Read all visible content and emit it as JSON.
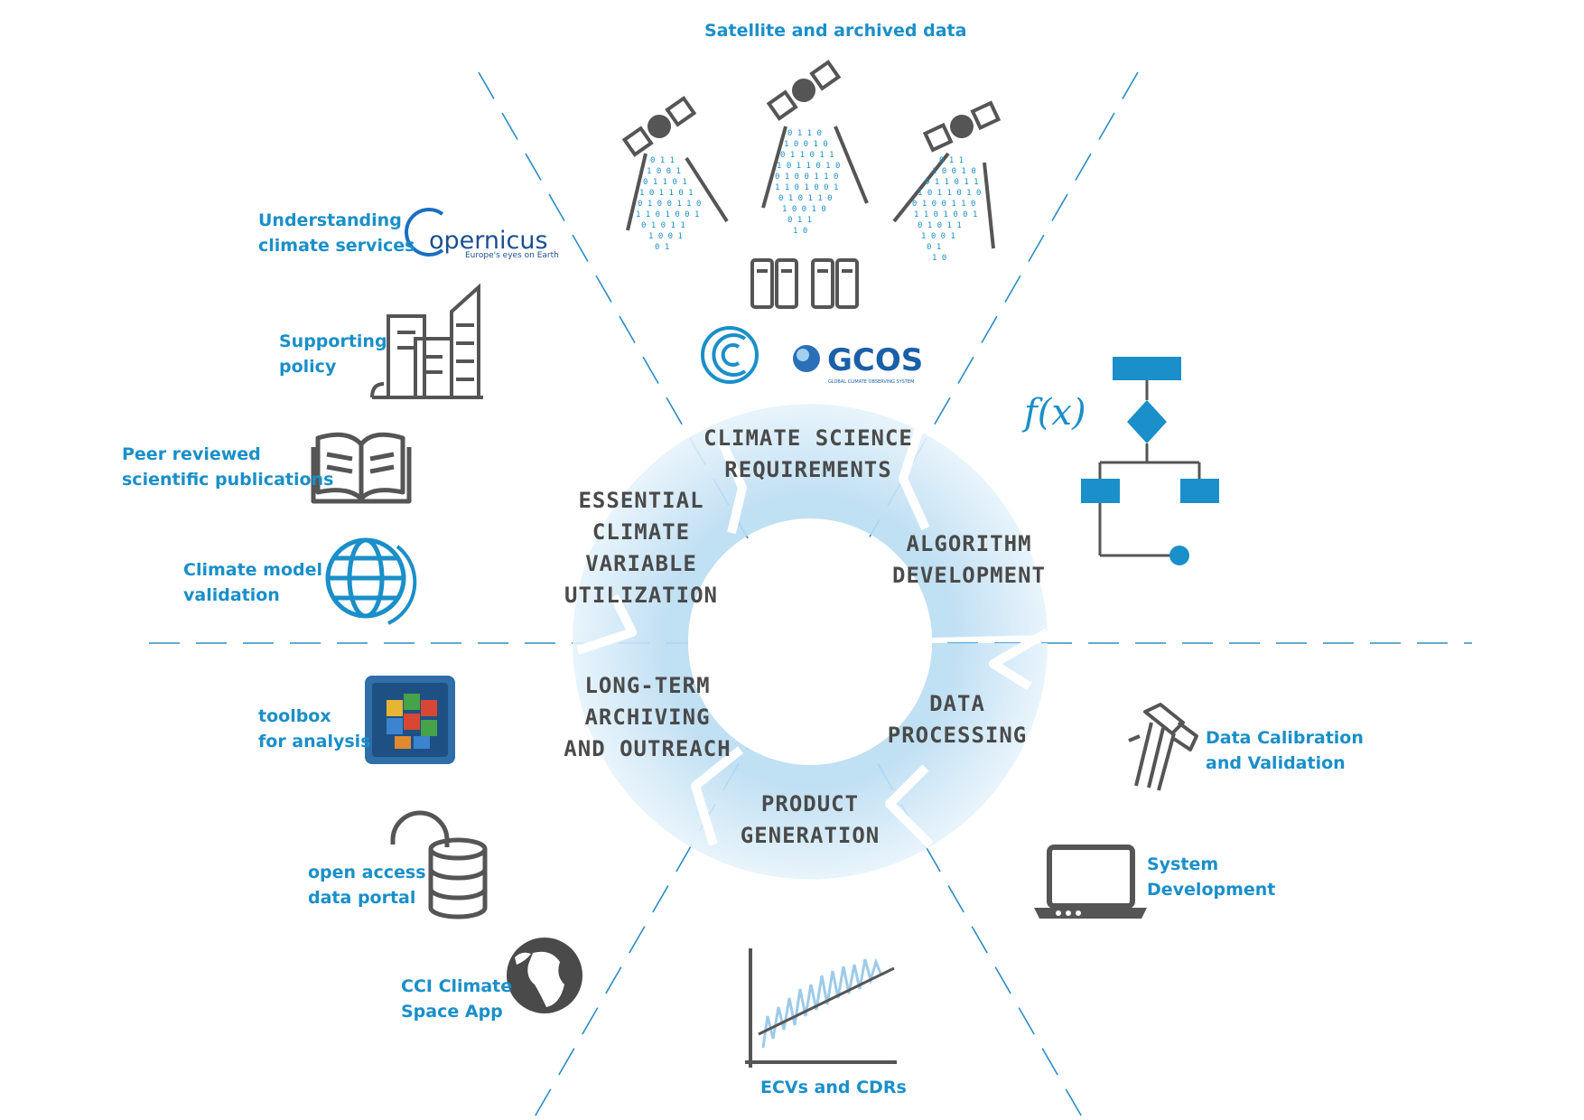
{
  "top_label": "Satellite and archived data",
  "bottom_label": "ECVs and CDRs",
  "cycle": {
    "climate_science": [
      "CLIMATE SCIENCE",
      "REQUIREMENTS"
    ],
    "algorithm": [
      "ALGORITHM",
      "DEVELOPMENT"
    ],
    "data_processing": [
      "DATA",
      "PROCESSING"
    ],
    "product_generation": [
      "PRODUCT",
      "GENERATION"
    ],
    "archiving": [
      "LONG-TERM",
      "ARCHIVING",
      "AND OUTREACH"
    ],
    "ecv_utilization": [
      "ESSENTIAL",
      "CLIMATE",
      "VARIABLE",
      "UTILIZATION"
    ]
  },
  "left_items": [
    {
      "lines": [
        "Understanding",
        "climate services"
      ],
      "icon": "copernicus-logo"
    },
    {
      "lines": [
        "Supporting",
        "policy"
      ],
      "icon": "buildings-icon"
    },
    {
      "lines": [
        "Peer reviewed",
        "scientific publications"
      ],
      "icon": "open-book-icon"
    },
    {
      "lines": [
        "Climate model",
        "validation"
      ],
      "icon": "globe-grid-icon"
    },
    {
      "lines": [
        "toolbox",
        "for analysis"
      ],
      "icon": "toolbox-cube-icon"
    },
    {
      "lines": [
        "open access",
        "data portal"
      ],
      "icon": "unlocked-database-icon"
    },
    {
      "lines": [
        "CCI Climate",
        "Space App"
      ],
      "icon": "earth-icon"
    }
  ],
  "right_items": [
    {
      "lines": [
        "Data Calibration",
        "and Validation"
      ],
      "icon": "caliper-icon"
    },
    {
      "lines": [
        "System",
        "Development"
      ],
      "icon": "laptop-icon"
    }
  ],
  "formula": "f(x)",
  "logos": {
    "copernicus_name": "opernicus",
    "copernicus_tagline": "Europe's eyes on Earth",
    "gcos_name": "GCOS",
    "gcos_tagline": "GLOBAL CLIMATE OBSERVING SYSTEM"
  },
  "colors": {
    "accent_blue": "#1a8fc9",
    "label_gray": "#4a4a4a",
    "icon_gray": "#555555",
    "ring_light": "#dcedf8"
  }
}
